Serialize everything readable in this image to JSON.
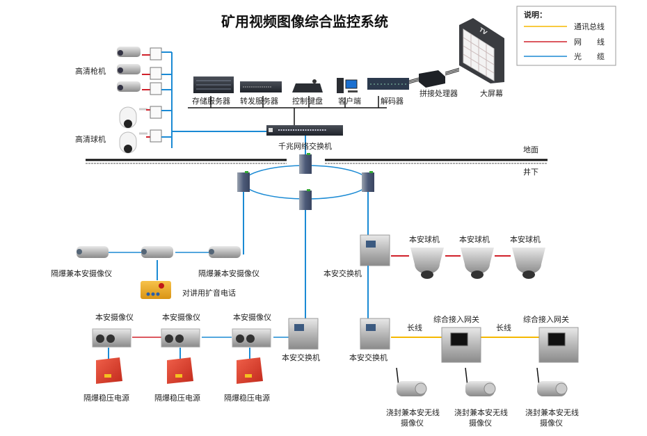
{
  "title": "矿用视频图像综合监控系统",
  "legend": {
    "heading": "说明：",
    "items": [
      {
        "label": "通讯总线",
        "color": "#f5b800"
      },
      {
        "label": "网　　线",
        "color": "#d0202a"
      },
      {
        "label": "光　　缆",
        "color": "#1a8ad4"
      }
    ]
  },
  "colors": {
    "bus": "#f5b800",
    "network": "#d0202a",
    "fiber": "#1a8ad4",
    "black": "#111111"
  },
  "surface": {
    "hd_bullet_label": "高清枪机",
    "hd_dome_label": "高清球机",
    "devices": [
      "存储服务器",
      "转发服务器",
      "控制键盘",
      "客户端",
      "解码器"
    ],
    "splicer_label": "拼接处理器",
    "screen_label": "大屏幕",
    "screen_tv": "TV",
    "core_switch_label": "千兆网络交换机",
    "ground_label": "地面",
    "underground_label": "井下"
  },
  "underground": {
    "flameproof_camera_label": "隔爆兼本安摄像仪",
    "intercom_label": "对讲用扩音电话",
    "is_switch_label": "本安交换机",
    "is_dome_label": "本安球机",
    "is_camera_label": "本安摄像仪",
    "power_label": "隔爆稳压电源",
    "gateway_label": "综合接入网关",
    "long_line_label": "长线",
    "wireless_camera_label_1": "浇封兼本安无线",
    "wireless_camera_label_2": "摄像仪"
  }
}
